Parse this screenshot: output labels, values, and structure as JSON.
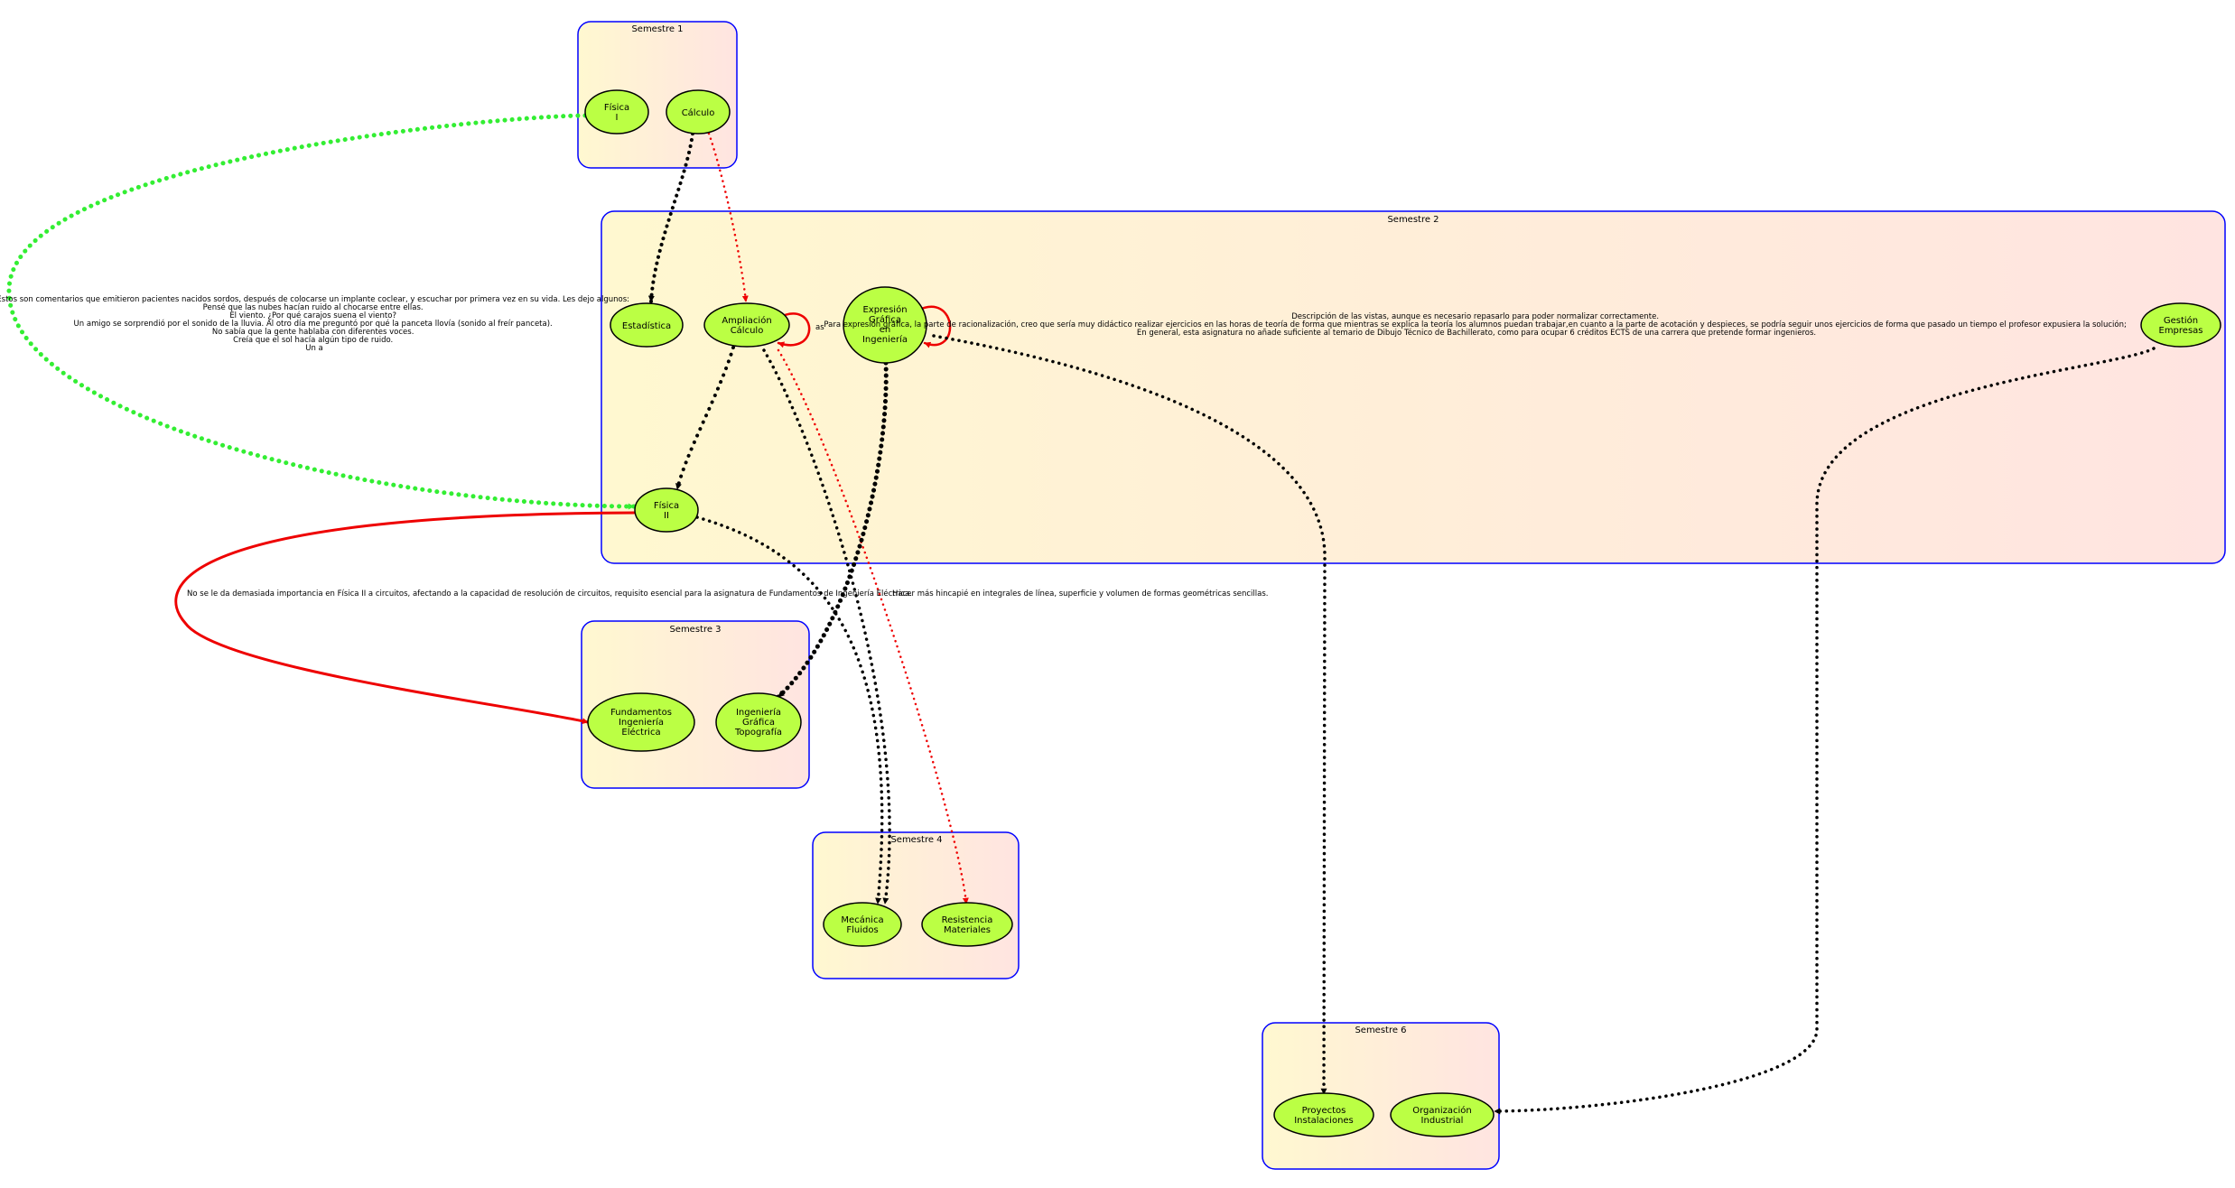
{
  "graph": {
    "clusters": [
      {
        "id": "sem1",
        "label": "Semestre 1"
      },
      {
        "id": "sem2",
        "label": "Semestre 2"
      },
      {
        "id": "sem3",
        "label": "Semestre 3"
      },
      {
        "id": "sem4",
        "label": "Semestre 4"
      },
      {
        "id": "sem6",
        "label": "Semestre 6"
      }
    ],
    "nodes": [
      {
        "id": "fisica1",
        "lines": [
          "Física",
          "I"
        ]
      },
      {
        "id": "calculo",
        "lines": [
          "Cálculo"
        ]
      },
      {
        "id": "estadistica",
        "lines": [
          "Estadística"
        ]
      },
      {
        "id": "ampliacion",
        "lines": [
          "Ampliación",
          "Cálculo"
        ]
      },
      {
        "id": "expresion",
        "lines": [
          "Expresión",
          "Gráfica",
          "en",
          "Ingeniería"
        ]
      },
      {
        "id": "gestion",
        "lines": [
          "Gestión",
          "Empresas"
        ]
      },
      {
        "id": "fisica2",
        "lines": [
          "Física",
          "II"
        ]
      },
      {
        "id": "fundamentos",
        "lines": [
          "Fundamentos",
          "Ingeniería",
          "Eléctrica"
        ]
      },
      {
        "id": "ingtopo",
        "lines": [
          "Ingeniería",
          "Gráfica",
          "Topografía"
        ]
      },
      {
        "id": "mecanica",
        "lines": [
          "Mecánica",
          "Fluidos"
        ]
      },
      {
        "id": "resistencia",
        "lines": [
          "Resistencia",
          "Materiales"
        ]
      },
      {
        "id": "proyectos",
        "lines": [
          "Proyectos",
          "Instalaciones"
        ]
      },
      {
        "id": "organizacion",
        "lines": [
          "Organización",
          "Industrial"
        ]
      }
    ],
    "edges": [
      {
        "from": "fisica1",
        "to": "fisica2",
        "color": "#33ee33",
        "style": "dotted"
      },
      {
        "from": "calculo",
        "to": "estadistica",
        "color": "#000000",
        "style": "dotted"
      },
      {
        "from": "calculo",
        "to": "ampliacion",
        "color": "#ee0000",
        "style": "dotted"
      },
      {
        "from": "ampliacion",
        "to": "ampliacion",
        "color": "#ee0000",
        "style": "solid",
        "label": "as"
      },
      {
        "from": "expresion",
        "to": "expresion",
        "color": "#ee0000",
        "style": "solid"
      },
      {
        "from": "ampliacion",
        "to": "fisica2",
        "color": "#000000",
        "style": "dotted"
      },
      {
        "from": "ampliacion",
        "to": "mecanica",
        "color": "#000000",
        "style": "dotted"
      },
      {
        "from": "ampliacion",
        "to": "resistencia",
        "color": "#ee0000",
        "style": "dotted"
      },
      {
        "from": "fisica2",
        "to": "fundamentos",
        "color": "#ee0000",
        "style": "solid"
      },
      {
        "from": "fisica2",
        "to": "mecanica",
        "color": "#000000",
        "style": "dotted"
      },
      {
        "from": "expresion",
        "to": "ingtopo",
        "color": "#000000",
        "style": "dotted"
      },
      {
        "from": "expresion",
        "to": "proyectos",
        "color": "#000000",
        "style": "dotted"
      },
      {
        "from": "gestion",
        "to": "organizacion",
        "color": "#000000",
        "style": "dotted"
      }
    ],
    "annotations": {
      "left_comment": [
        "Estos son comentarios que emitieron pacientes nacidos sordos, después de colocarse un implante coclear, y escuchar por primera vez en su vida. Les dejo algunos:",
        "Pensé que las nubes hacían ruido al chocarse entre ellas.",
        "El viento. ¿Por qué carajos suena el viento?",
        "Un amigo se sorprendió por el sonido de la lluvia. Al otro día me preguntó por qué la panceta llovía (sonido al freír panceta).",
        "No sabía que la gente hablaba con diferentes voces.",
        "Creía que el sol hacía algún tipo de ruido.",
        "Un a"
      ],
      "expresion_comment": [
        "Descripción de las vistas, aunque es necesario repasarlo para poder normalizar correctamente.",
        "Para expresión gráfica, la parte de racionalización, creo que sería muy didáctico realizar ejercicios en las horas de teoría de forma que mientras se explica la teoría los alumnos puedan trabajar,en cuanto a la parte de acotación y despieces, se podría seguir unos ejercicios de forma que pasado un tiempo el profesor expusiera la solución;",
        "En general, esta asignatura no añade suficiente al temario de Dibujo Técnico de Bachillerato, como para ocupar 6 créditos ECTS de una carrera que pretende formar ingenieros."
      ],
      "fisica2_comment": "No se le da demasiada importancia en Física II a circuitos, afectando a la capacidad de resolución de circuitos, requisito esencial para la asignatura de Fundamentos de Ingeniería Eléctrica.",
      "ampliacion_comment": "Hacer más hincapié en integrales de línea, superficie y volumen de formas geométricas sencillas."
    },
    "colors": {
      "cluster_border": "#0000ff",
      "cluster_gradient_start": "#fff8d0",
      "cluster_gradient_end": "#ffe4e1",
      "node_fill": "#bbff44",
      "node_stroke": "#000000",
      "edge_green": "#33ee33",
      "edge_red": "#ee0000",
      "edge_black": "#000000"
    }
  }
}
